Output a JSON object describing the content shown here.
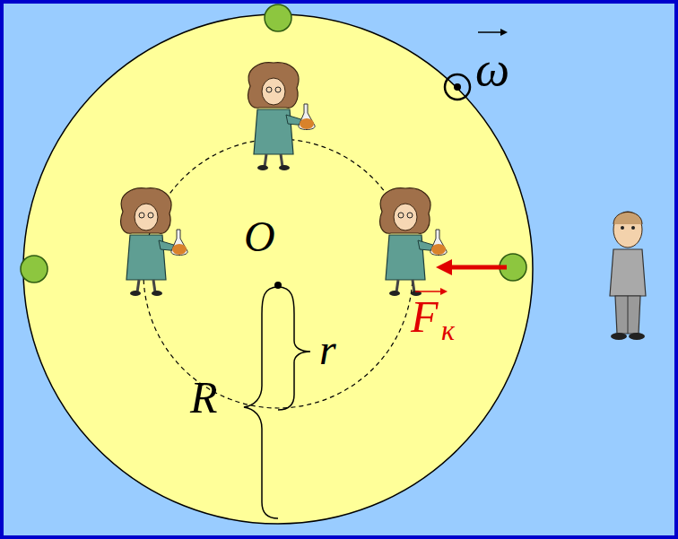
{
  "diagram": {
    "labels": [
      "ω",
      "O",
      "r",
      "R",
      "F",
      "к"
    ]
  }
}
